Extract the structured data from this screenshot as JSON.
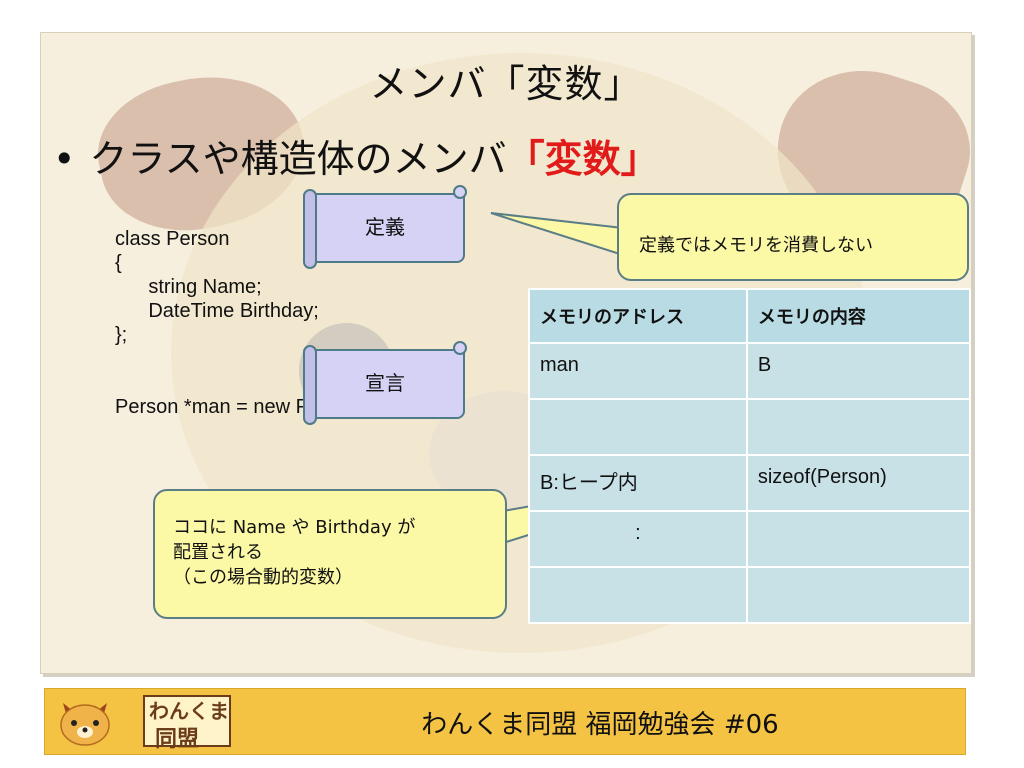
{
  "slide": {
    "title": "メンバ「変数」",
    "bullet_prefix": "クラスや構造体のメンバ",
    "bullet_highlight": "「変数」",
    "bullet_symbol": "•",
    "code_lines": [
      "class Person",
      "{",
      "      string Name;",
      "      DateTime Birthday;",
      "};",
      "",
      "",
      "Person *man = new Person();"
    ],
    "scroll_definition": "定義",
    "scroll_declaration": "宣言",
    "callout_definition": "定義ではメモリを消費しない",
    "callout_placement_lines": [
      "ココに Name や Birthday が",
      "配置される",
      "（この場合動的変数）"
    ]
  },
  "memory_table": {
    "headers": [
      "メモリのアドレス",
      "メモリの内容"
    ],
    "rows": [
      [
        "man",
        "B"
      ],
      [
        "",
        ""
      ],
      [
        "B:ヒープ内",
        "sizeof(Person)"
      ],
      [
        ":",
        ""
      ],
      [
        "",
        ""
      ]
    ]
  },
  "footer": {
    "logo_line1": "わんくま",
    "logo_line2": "同盟",
    "text": "わんくま同盟 福岡勉強会 #06"
  },
  "colors": {
    "accent_red": "#e11a1a",
    "callout_fill": "#fbf8a6",
    "scroll_fill": "#d5d2f6",
    "table_fill": "#c7e1e6",
    "footer_fill": "#f4c344"
  }
}
